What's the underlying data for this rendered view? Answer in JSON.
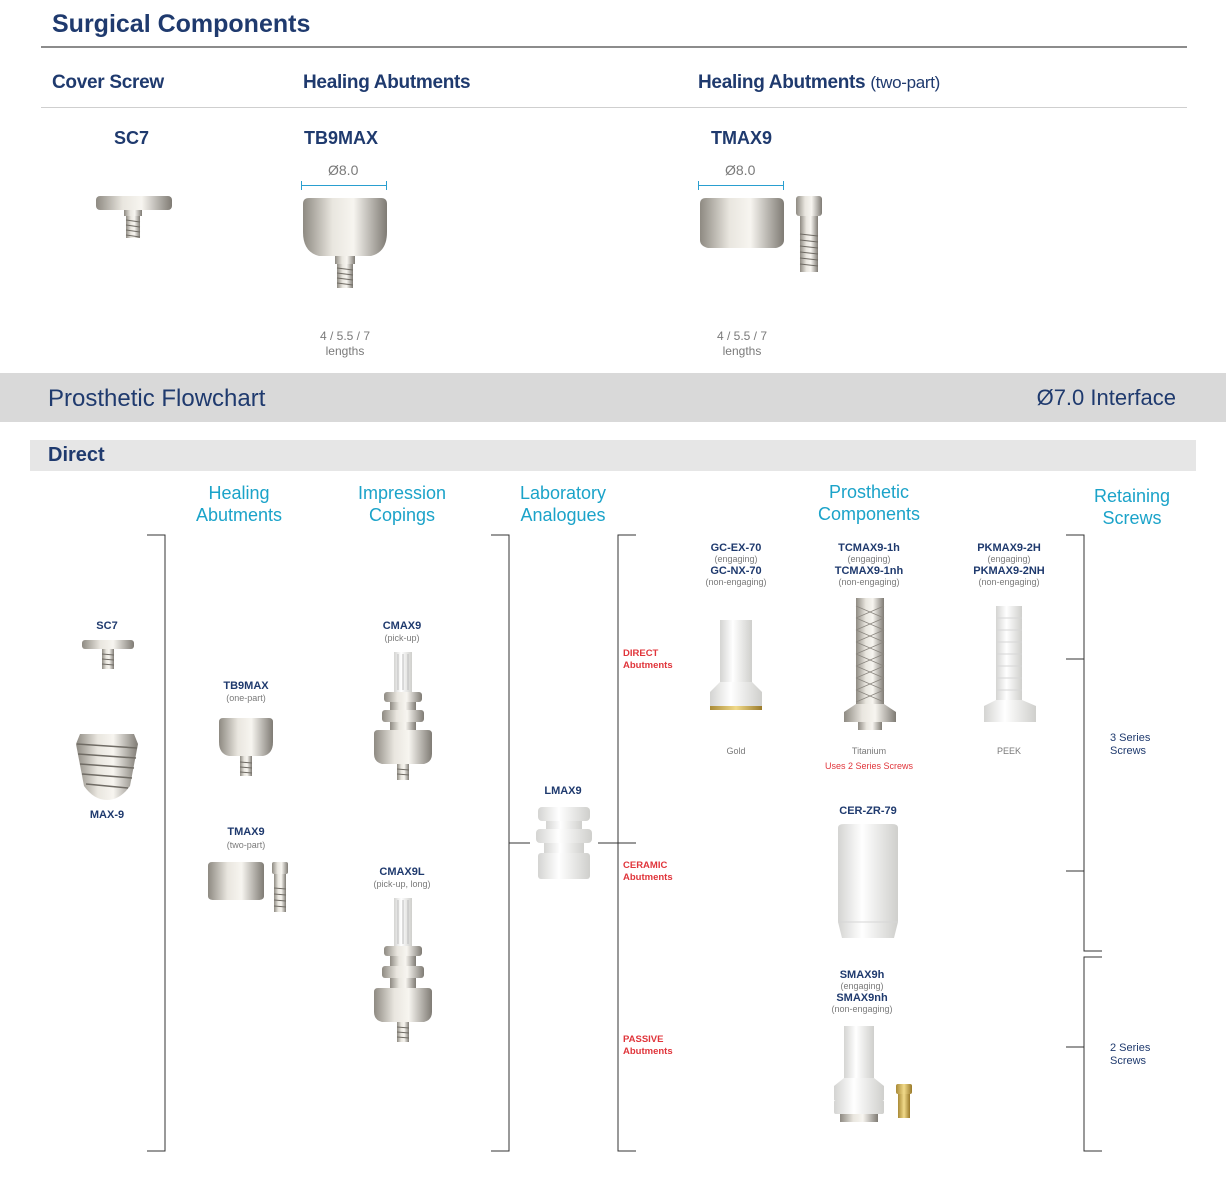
{
  "surgical": {
    "title": "Surgical Components",
    "cover_screw": {
      "heading": "Cover Screw",
      "code": "SC7"
    },
    "healing": {
      "heading": "Healing Abutments",
      "code": "TB9MAX",
      "diameter": "Ø8.0",
      "lengths_1": "4 / 5.5 / 7",
      "lengths_2": "lengths"
    },
    "healing_two": {
      "heading": "Healing Abutments",
      "heading_note": "(two-part)",
      "code": "TMAX9",
      "diameter": "Ø8.0",
      "lengths_1": "4 / 5.5 / 7",
      "lengths_2": "lengths"
    }
  },
  "prosthetic": {
    "title": "Prosthetic Flowchart",
    "interface": "Ø7.0 Interface",
    "section": "Direct",
    "columns": {
      "healing_1": "Healing",
      "healing_2": "Abutments",
      "impression_1": "Impression",
      "impression_2": "Copings",
      "lab_1": "Laboratory",
      "lab_2": "Analogues",
      "prosthetic_1": "Prosthetic",
      "prosthetic_2": "Components",
      "retaining_1": "Retaining",
      "retaining_2": "Screws"
    },
    "implant": {
      "sc7": "SC7",
      "max9": "MAX-9"
    },
    "healing_items": {
      "tb9max": "TB9MAX",
      "tb9max_note": "(one-part)",
      "tmax9": "TMAX9",
      "tmax9_note": "(two-part)"
    },
    "impression_items": {
      "cmax9": "CMAX9",
      "cmax9_note": "(pick-up)",
      "cmax9l": "CMAX9L",
      "cmax9l_note": "(pick-up, long)"
    },
    "lab": {
      "lmax9": "LMAX9"
    },
    "categories": {
      "direct_1": "DIRECT",
      "direct_2": "Abutments",
      "ceramic_1": "CERAMIC",
      "ceramic_2": "Abutments",
      "passive_1": "PASSIVE",
      "passive_2": "Abutments"
    },
    "gold": {
      "code1": "GC-EX-70",
      "note1": "(engaging)",
      "code2": "GC-NX-70",
      "note2": "(non-engaging)",
      "material": "Gold"
    },
    "titanium": {
      "code1": "TCMAX9-1h",
      "note1": "(engaging)",
      "code2": "TCMAX9-1nh",
      "note2": "(non-engaging)",
      "material": "Titanium",
      "warning": "Uses 2 Series Screws"
    },
    "peek": {
      "code1": "PKMAX9-2H",
      "note1": "(engaging)",
      "code2": "PKMAX9-2NH",
      "note2": "(non-engaging)",
      "material": "PEEK"
    },
    "ceramic": {
      "code": "CER-ZR-79"
    },
    "passive": {
      "code1": "SMAX9h",
      "note1": "(engaging)",
      "code2": "SMAX9nh",
      "note2": "(non-engaging)"
    },
    "screws": {
      "s3_1": "3 Series",
      "s3_2": "Screws",
      "s2_1": "2 Series",
      "s2_2": "Screws"
    }
  }
}
